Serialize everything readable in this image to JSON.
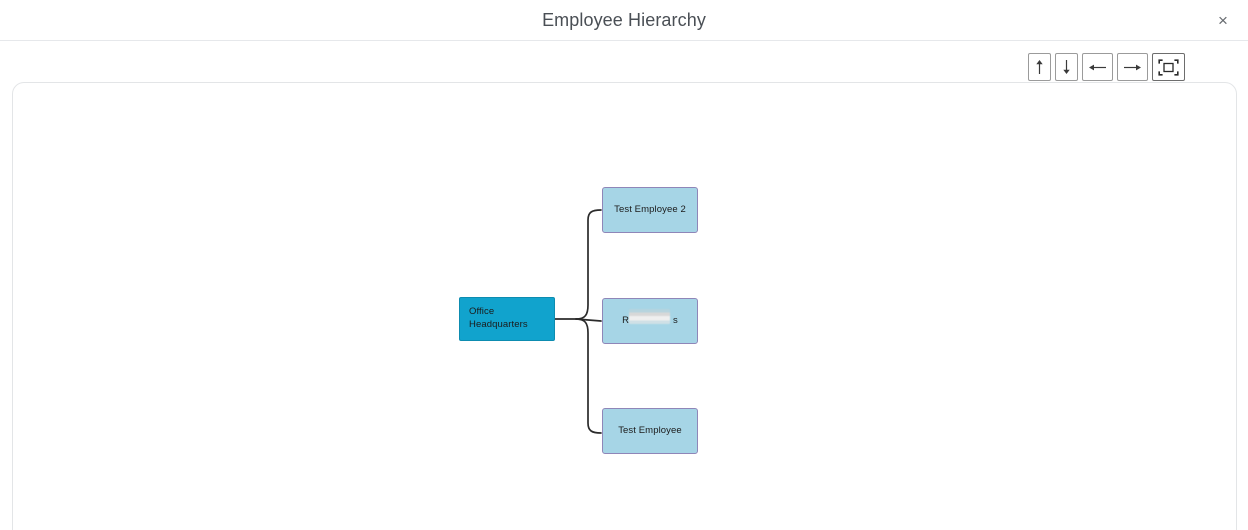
{
  "header": {
    "title": "Employee Hierarchy",
    "close_label": "×",
    "close_icon": "close-icon"
  },
  "toolbar": {
    "buttons": [
      {
        "name": "scroll-up-button",
        "icon": "arrow-up-icon",
        "tooltip": "Up"
      },
      {
        "name": "scroll-down-button",
        "icon": "arrow-down-icon",
        "tooltip": "Down"
      },
      {
        "name": "scroll-left-button",
        "icon": "arrow-left-icon",
        "tooltip": "Left"
      },
      {
        "name": "scroll-right-button",
        "icon": "arrow-right-icon",
        "tooltip": "Right"
      },
      {
        "name": "fit-to-screen-button",
        "icon": "fit-screen-icon",
        "tooltip": "Fit to screen"
      }
    ]
  },
  "chart_data": {
    "type": "diagram",
    "layout": "horizontal-tree",
    "title": "Employee Hierarchy",
    "root": {
      "id": "root",
      "label": "Office Headquarters",
      "label_line1": "Office",
      "label_line2": "Headquarters",
      "fill": "#11a3cd",
      "border": "#0d8cb0",
      "text_color": "#1b1b1b"
    },
    "children": [
      {
        "id": "child-0",
        "label": "Test Employee 2",
        "fill": "#a6d5e6",
        "border": "#8f86b8",
        "redacted": false
      },
      {
        "id": "child-1",
        "label": "R",
        "label_suffix": "s",
        "fill": "#a6d5e6",
        "border": "#8f86b8",
        "redacted": true
      },
      {
        "id": "child-2",
        "label": "Test Employee",
        "fill": "#a6d5e6",
        "border": "#8f86b8",
        "redacted": false
      }
    ],
    "connector_color": "#2b2b2b",
    "connector_style": "rounded-elbow"
  },
  "colors": {
    "root_node": "#11a3cd",
    "child_node": "#a6d5e6",
    "child_border": "#8f86b8",
    "connector": "#2b2b2b",
    "header_text": "#4a4f55",
    "panel_border": "#e3e5e7"
  }
}
